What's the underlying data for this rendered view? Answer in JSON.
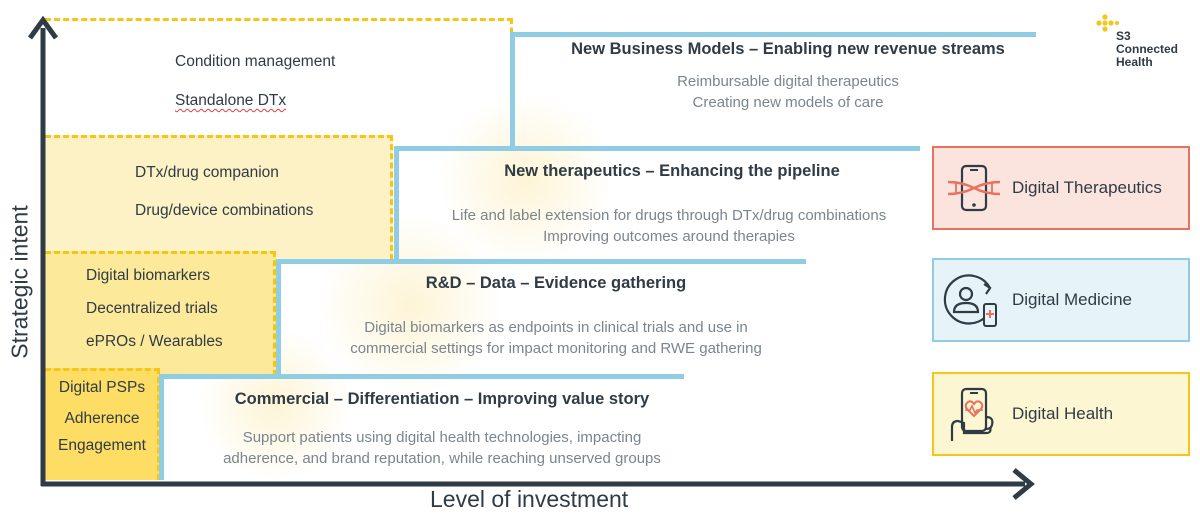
{
  "axes": {
    "y_label": "Strategic intent",
    "x_label": "Level of investment"
  },
  "logo": {
    "line1": "S3",
    "line2": "Connected",
    "line3": "Health",
    "color": "#f5c518"
  },
  "left_levels": {
    "level4": [
      "Condition management",
      "Standalone DTx"
    ],
    "level3": [
      "DTx/drug companion",
      "Drug/device combinations"
    ],
    "level2": [
      "Digital biomarkers",
      "Decentralized trials",
      "ePROs / Wearables"
    ],
    "level1": [
      "Digital PSPs",
      "Adherence",
      "Engagement"
    ]
  },
  "steps": [
    {
      "title": "New Business Models – Enabling new revenue streams",
      "desc": [
        "Reimbursable digital therapeutics",
        "Creating new models of care"
      ]
    },
    {
      "title": "New therapeutics – Enhancing the pipeline",
      "desc": [
        "Life and label extension for drugs through DTx/drug combinations",
        "Improving outcomes around therapies"
      ]
    },
    {
      "title": "R&D – Data – Evidence gathering",
      "desc": [
        "Digital biomarkers as endpoints in clinical trials and use in",
        "commercial settings for impact monitoring and RWE gathering"
      ]
    },
    {
      "title": "Commercial – Differentiation – Improving value story",
      "desc": [
        "Support patients using digital health technologies, impacting",
        "adherence, and brand reputation, while reaching unserved groups"
      ]
    }
  ],
  "categories": [
    {
      "label": "Digital Therapeutics",
      "icon": "phone-dna-icon",
      "border": "#e8725f",
      "fill": "#fbe3de"
    },
    {
      "label": "Digital Medicine",
      "icon": "person-phone-icon",
      "border": "#8ecde3",
      "fill": "#e6f4fa"
    },
    {
      "label": "Digital Health",
      "icon": "hand-phone-heart-icon",
      "border": "#f5c518",
      "fill": "#fdf6d3"
    }
  ],
  "colors": {
    "axis": "#2f3b45",
    "step_line": "#8ecde3",
    "dashed": "#f5c518"
  }
}
